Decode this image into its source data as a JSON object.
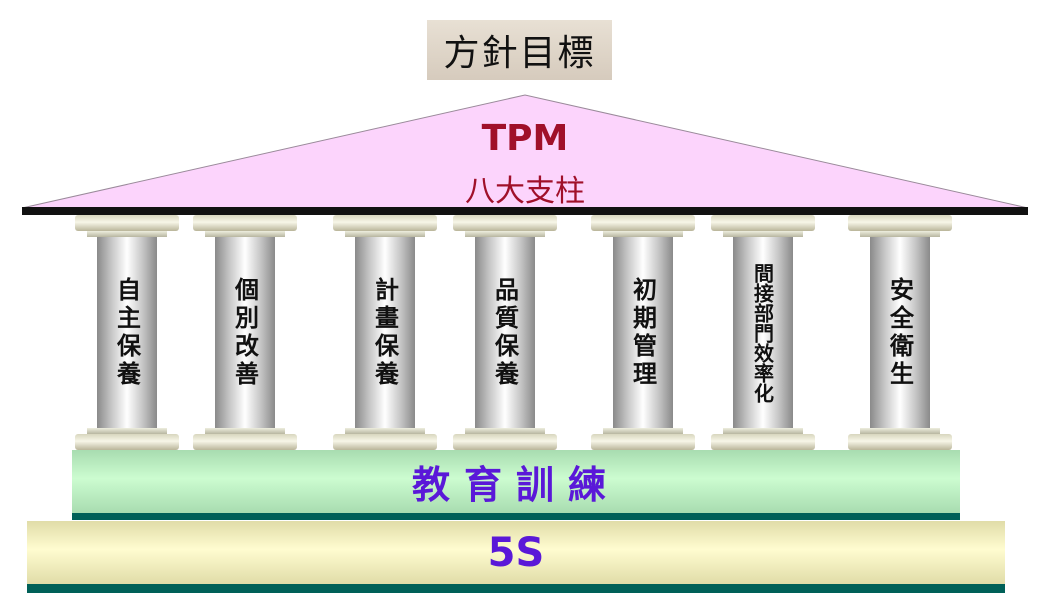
{
  "title": "方針目標",
  "roof": {
    "main": "TPM",
    "sub": "八大支柱"
  },
  "pillars": [
    "自主保養",
    "個別改善",
    "計畫保養",
    "品質保養",
    "初期管理",
    "間接部門效率化",
    "安全衛生"
  ],
  "foundation": {
    "education": "教育訓練",
    "base": "5S"
  },
  "colors": {
    "roof": "#fcd4fc",
    "roof_text": "#a0102a",
    "education": "#ccfcd0",
    "base": "#fffcd0",
    "stripe": "#006058",
    "base_text": "#5a18d8"
  }
}
